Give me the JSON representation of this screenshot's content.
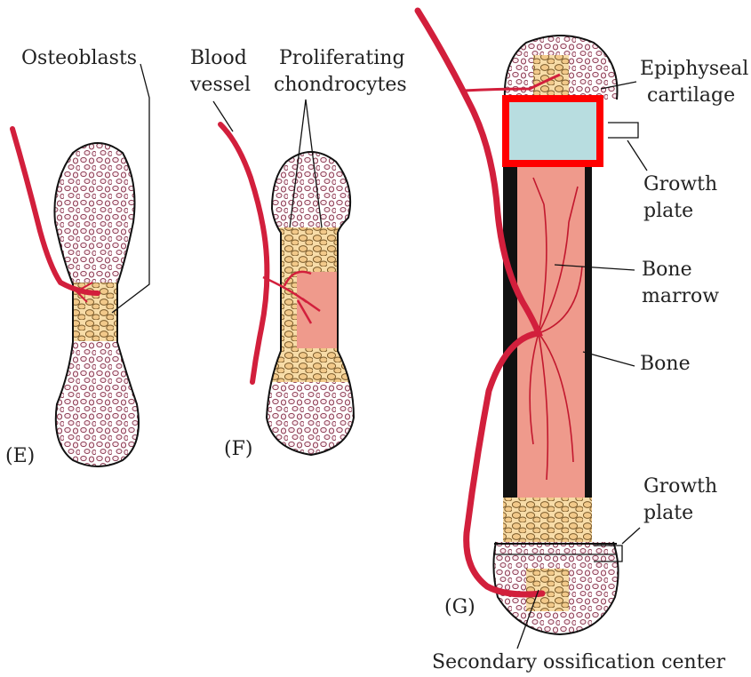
{
  "panels": {
    "E": {
      "letter": "(E)"
    },
    "F": {
      "letter": "(F)"
    },
    "G": {
      "letter": "(G)"
    }
  },
  "labels": {
    "osteoblasts": "Osteoblasts",
    "blood_vessel": [
      "Blood",
      "vessel"
    ],
    "proliferating_chondrocytes": [
      "Proliferating",
      "chondrocytes"
    ],
    "epiphyseal_cartilage": [
      "Epiphyseal",
      "cartilage"
    ],
    "growth_plate_top": [
      "Growth",
      "plate"
    ],
    "bone_marrow": [
      "Bone",
      "marrow"
    ],
    "bone": "Bone",
    "growth_plate_bottom": [
      "Growth",
      "plate"
    ],
    "secondary_ossification_center": "Secondary ossification center"
  },
  "colors": {
    "vessel": "#d21f3c",
    "marrow": "#ef9a8c",
    "chondrocyte_fill": "#f2c98a",
    "chondrocyte_stroke": "#7a5a2a",
    "cell_dot": "#8a3b52",
    "bone_shaft": "#111111",
    "highlight_box_stroke": "#ff0000",
    "highlight_box_fill": "#b8dde0"
  }
}
